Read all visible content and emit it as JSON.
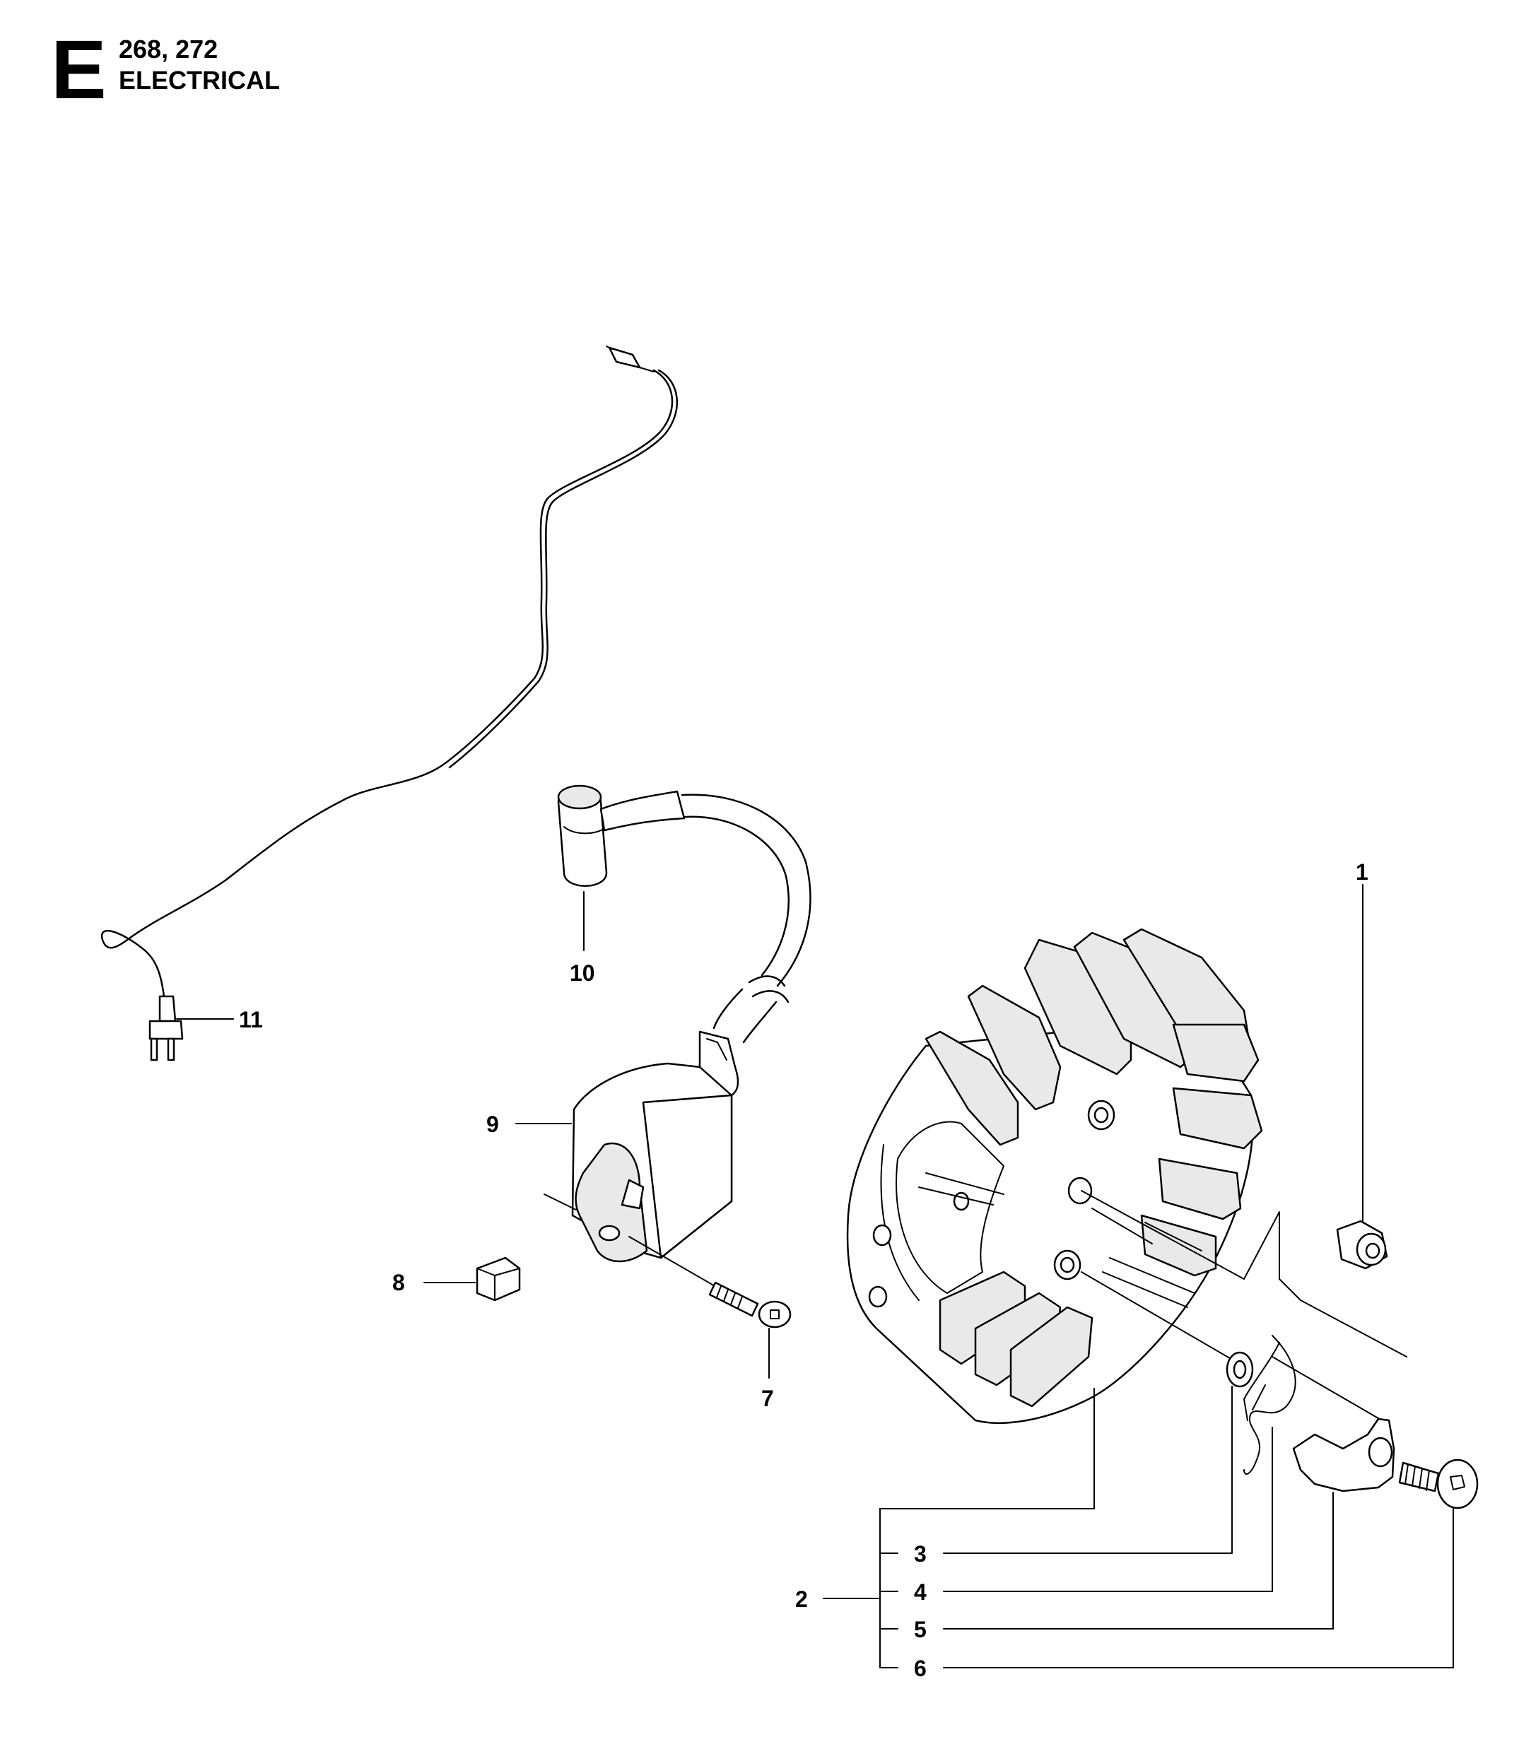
{
  "header": {
    "section_letter": "E",
    "models": "268, 272",
    "title": "ELECTRICAL"
  },
  "callouts": {
    "c1": "1",
    "c2": "2",
    "c3": "3",
    "c4": "4",
    "c5": "5",
    "c6": "6",
    "c7": "7",
    "c8": "8",
    "c9": "9",
    "c10": "10",
    "c11": "11"
  }
}
